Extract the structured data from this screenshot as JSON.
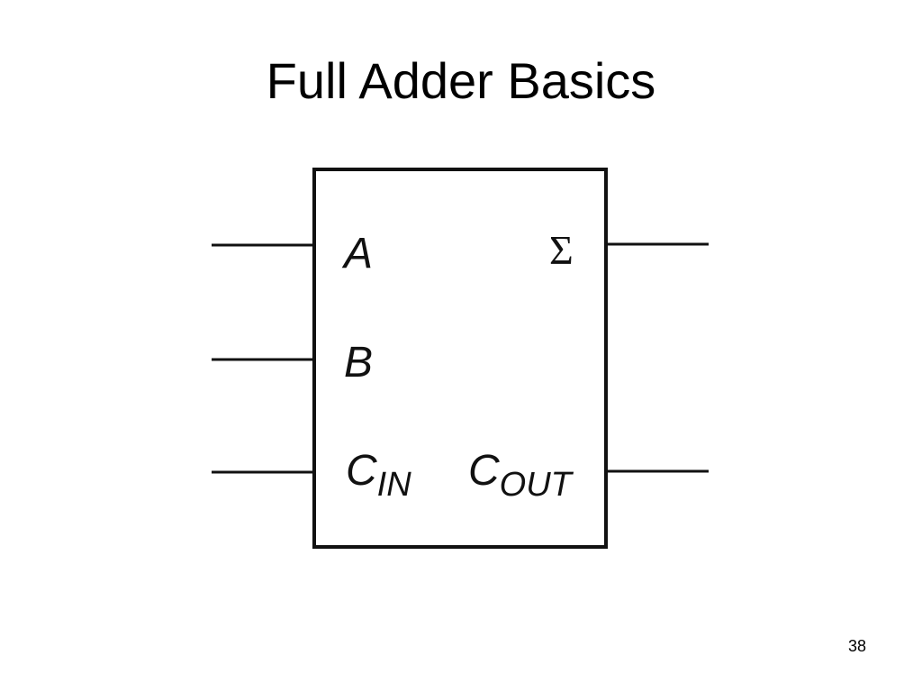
{
  "slide": {
    "title": "Full Adder Basics",
    "page_number": "38"
  },
  "block": {
    "inputs": {
      "a": "A",
      "b": "B",
      "cin_main": "C",
      "cin_sub": "IN"
    },
    "outputs": {
      "sum": "Σ",
      "cout_main": "C",
      "cout_sub": "OUT"
    }
  }
}
